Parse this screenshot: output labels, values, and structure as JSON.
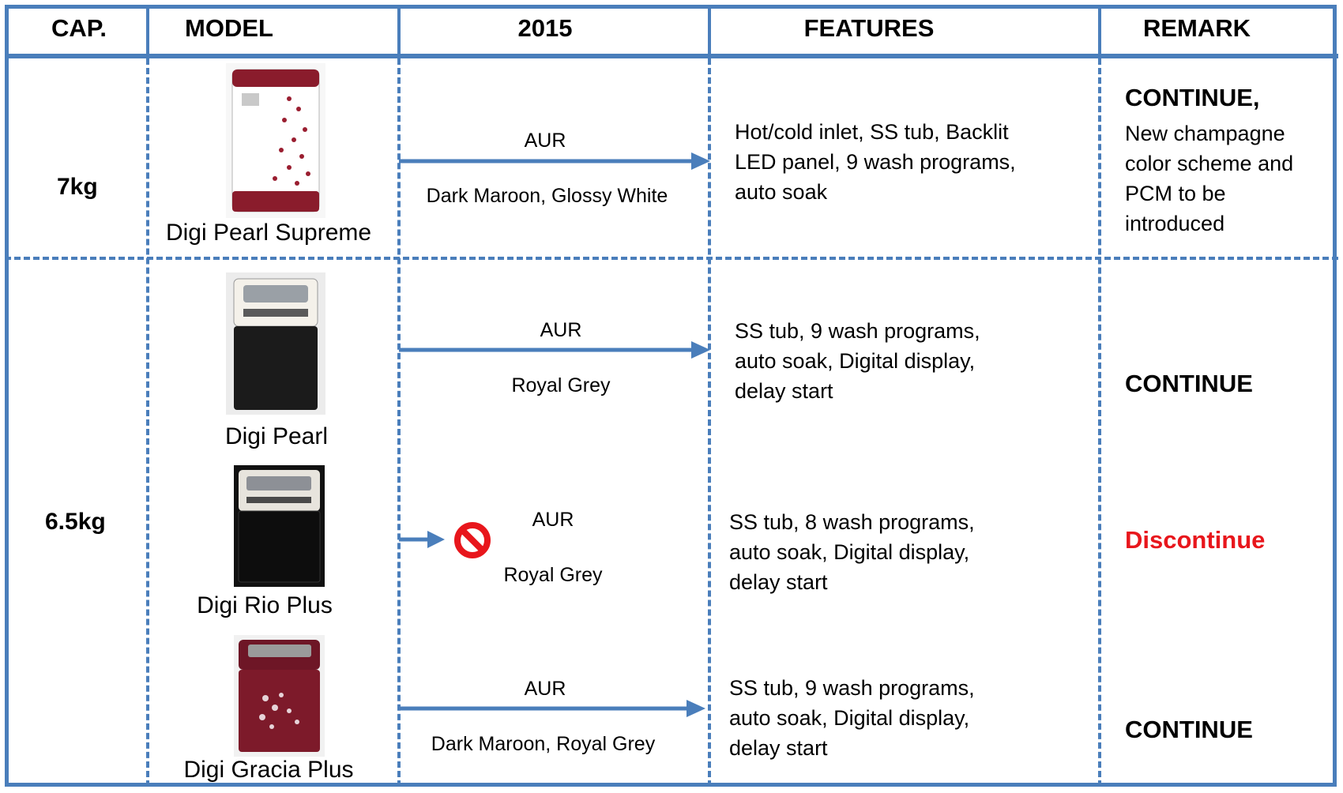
{
  "header": {
    "cap": "CAP.",
    "model": "MODEL",
    "year": "2015",
    "features": "FEATURES",
    "remark": "REMARK"
  },
  "rows": {
    "r1": {
      "capacity": "7kg",
      "model": "Digi Pearl Supreme",
      "status": "AUR",
      "colors": "Dark Maroon, Glossy White",
      "features": "Hot/cold inlet, SS tub, Backlit LED panel, 9 wash programs, auto soak",
      "remark_title": "CONTINUE,",
      "remark_note": "New champagne color scheme and PCM to be introduced"
    },
    "r2": {
      "capacity": "6.5kg",
      "model": "Digi Pearl",
      "status": "AUR",
      "colors": "Royal Grey",
      "features": "SS tub, 9 wash programs, auto soak, Digital display, delay start",
      "remark_title": "CONTINUE"
    },
    "r3": {
      "model": "Digi Rio Plus",
      "status": "AUR",
      "colors": "Royal Grey",
      "features": "SS tub, 8 wash programs, auto soak, Digital display, delay start",
      "remark_title": "Discontinue"
    },
    "r4": {
      "model": "Digi Gracia Plus",
      "status": "AUR",
      "colors": "Dark Maroon, Royal Grey",
      "features": "SS tub, 9 wash programs, auto soak, Digital display, delay start",
      "remark_title": "CONTINUE"
    }
  },
  "colors": {
    "border": "#4a7ebb",
    "discontinue": "#e8161c",
    "maroon": "#8a1c2c",
    "grey_black": "#1b1b1b"
  },
  "icons": [
    "arrow-right-icon",
    "prohibited-icon",
    "washing-machine-image"
  ]
}
